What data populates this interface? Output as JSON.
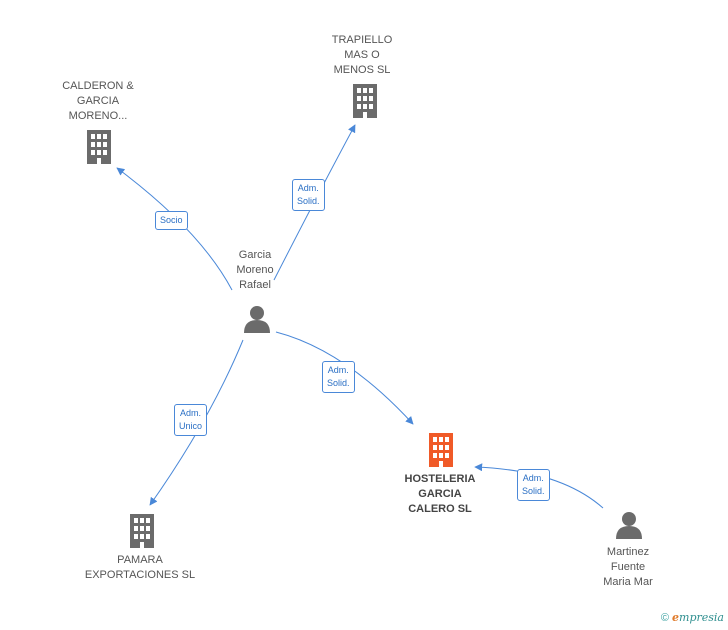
{
  "nodes": {
    "calderon": {
      "label": "CALDERON &\nGARCIA\nMORENO...",
      "type": "company"
    },
    "trapiello": {
      "label": "TRAPIELLO\nMAS O\nMENOS  SL",
      "type": "company"
    },
    "person_rafael": {
      "label": "Garcia\nMoreno\nRafael",
      "type": "person"
    },
    "hosteleria": {
      "label": "HOSTELERIA\nGARCIA\nCALERO SL",
      "type": "company-main"
    },
    "pamara": {
      "label": "PAMARA\nEXPORTACIONES SL",
      "type": "company"
    },
    "person_martinez": {
      "label": "Martinez\nFuente\nMaria Mar",
      "type": "person"
    }
  },
  "edges": {
    "socio": {
      "label": "Socio"
    },
    "adm_trapiello": {
      "label": "Adm.\nSolid."
    },
    "adm_hosteleria": {
      "label": "Adm.\nSolid."
    },
    "adm_pamara": {
      "label": "Adm.\nUnico"
    },
    "adm_martinez": {
      "label": "Adm.\nSolid."
    }
  },
  "colors": {
    "edge": "#4a88d8",
    "icon": "#6b6b6b",
    "main_icon": "#f05a28"
  },
  "footer": {
    "copyright": "©",
    "brand_e": "e",
    "brand_rest": "mpresia"
  }
}
